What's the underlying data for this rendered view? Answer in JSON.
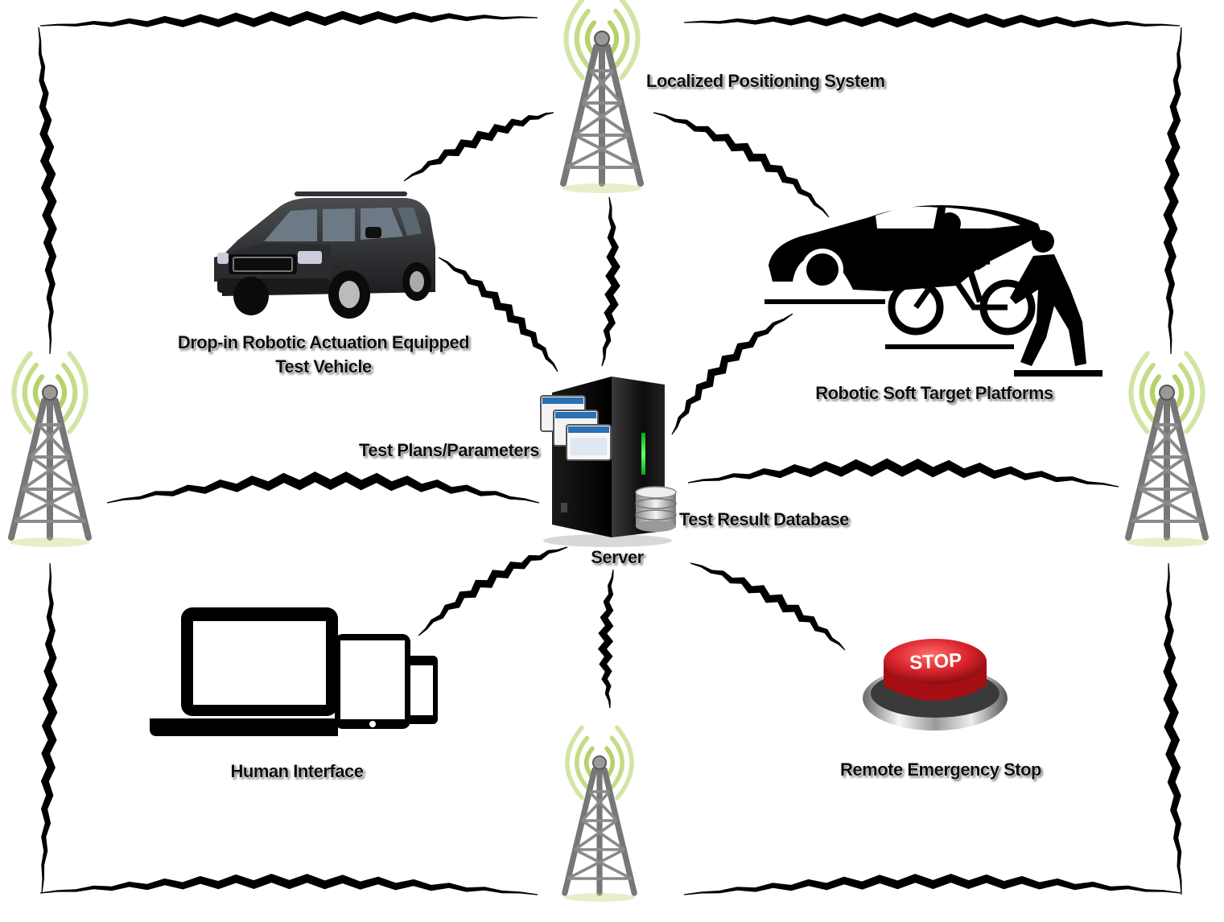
{
  "labels": {
    "positioning": "Localized Positioning System",
    "vehicle_line1": "Drop-in Robotic Actuation Equipped",
    "vehicle_line2": "Test Vehicle",
    "soft_targets": "Robotic Soft Target Platforms",
    "test_plans": "Test Plans/Parameters",
    "database": "Test Result Database",
    "server": "Server",
    "human_interface": "Human Interface",
    "emergency_stop": "Remote Emergency Stop",
    "stop_button_text": "STOP"
  },
  "icons": {
    "tower": "radio-tower-icon",
    "vehicle": "suv-icon",
    "soft_targets": "car-cyclist-pedestrian-icon",
    "server": "server-icon",
    "database": "database-icon",
    "windows": "app-windows-icon",
    "devices": "laptop-tablet-phone-icon",
    "stop": "stop-button-icon"
  },
  "colors": {
    "signal_wave": "#b5d36a",
    "link": "#000000",
    "stop_red": "#d8232a",
    "server_led": "#2ecc40"
  }
}
